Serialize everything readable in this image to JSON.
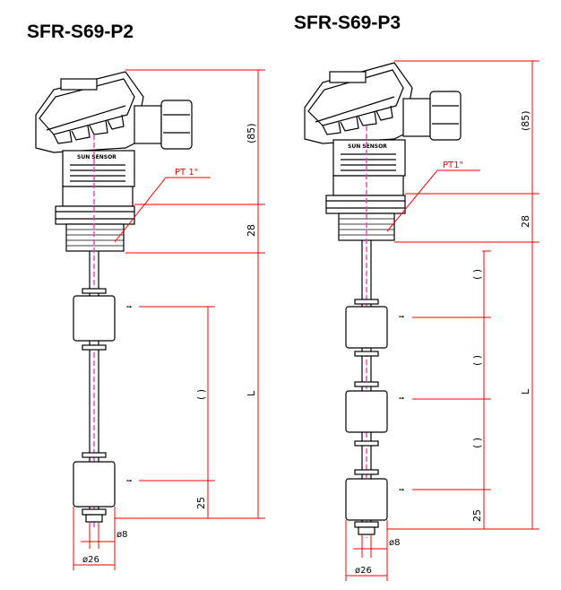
{
  "models": [
    {
      "title": "SFR-S69-P2",
      "thread_label": "PT  1\"",
      "head_dim": "(85)",
      "thread_dim": "28",
      "length_dim": "L",
      "spacing_dim": "( )",
      "bottom_dim": "25",
      "rod_dim": "ø8",
      "float_dim": "ø26",
      "brand": "SUN SENSOR"
    },
    {
      "title": "SFR-S69-P3",
      "thread_label": "PT1\"",
      "head_dim": "(85)",
      "thread_dim": "28",
      "length_dim": "L",
      "spacing_dim": "( )",
      "bottom_dim": "25",
      "rod_dim": "ø8",
      "float_dim": "ø26",
      "brand": "SUN SENSOR"
    }
  ]
}
